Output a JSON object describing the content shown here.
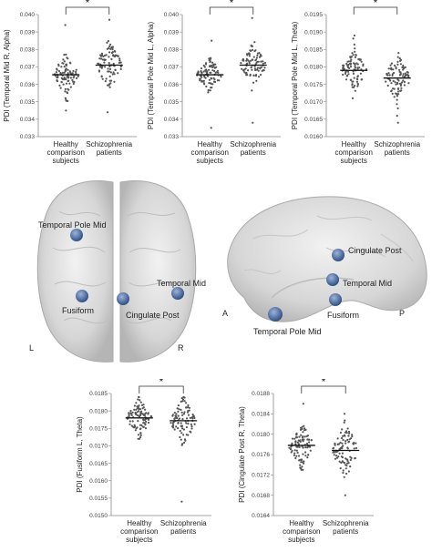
{
  "chart_data": [
    {
      "type": "scatter",
      "ylabel": "PDI (Temporal Mid R, Alpha)",
      "ylim": [
        0.033,
        0.04
      ],
      "yticks": [
        "0.033",
        "0.034",
        "0.035",
        "0.036",
        "0.037",
        "0.038",
        "0.039",
        "0.040"
      ],
      "categories": [
        "Healthy comparison subjects",
        "Schizophrenia patients"
      ],
      "category_lines": [
        [
          "Healthy",
          "comparison",
          "subjects"
        ],
        [
          "Schizophrenia",
          "patients"
        ]
      ],
      "means": [
        0.03655,
        0.0371
      ],
      "spread": [
        0.00055,
        0.0007
      ],
      "range": [
        [
          0.0345,
          0.0394
        ],
        [
          0.0344,
          0.0397
        ]
      ],
      "significance": "*"
    },
    {
      "type": "scatter",
      "ylabel": "PDI (Temporal Pole Mid L, Alpha)",
      "ylim": [
        0.033,
        0.04
      ],
      "yticks": [
        "0.033",
        "0.034",
        "0.035",
        "0.036",
        "0.037",
        "0.038",
        "0.039",
        "0.040"
      ],
      "categories": [
        "Healthy comparison subjects",
        "Schizophrenia patients"
      ],
      "category_lines": [
        [
          "Healthy",
          "comparison",
          "subjects"
        ],
        [
          "Schizophrenia",
          "patients"
        ]
      ],
      "means": [
        0.03655,
        0.0371
      ],
      "spread": [
        0.00045,
        0.00055
      ],
      "range": [
        [
          0.0335,
          0.0385
        ],
        [
          0.0338,
          0.0398
        ]
      ],
      "significance": "*"
    },
    {
      "type": "scatter",
      "ylabel": "PDI (Temporal Pole Mid L, Theta)",
      "ylim": [
        0.016,
        0.0195
      ],
      "yticks": [
        "0.0160",
        "0.0165",
        "0.0170",
        "0.0175",
        "0.0180",
        "0.0185",
        "0.0190",
        "0.0195"
      ],
      "categories": [
        "Healthy comparison subjects",
        "Schizophrenia patients"
      ],
      "category_lines": [
        [
          "Healthy",
          "comparison",
          "subjects"
        ],
        [
          "Schizophrenia",
          "patients"
        ]
      ],
      "means": [
        0.0179,
        0.01768
      ],
      "spread": [
        0.00028,
        0.00032
      ],
      "range": [
        [
          0.0171,
          0.0189
        ],
        [
          0.0164,
          0.0184
        ]
      ],
      "significance": "*"
    },
    {
      "type": "scatter",
      "ylabel": "PDI (Fusiform L, Theta)",
      "ylim": [
        0.015,
        0.0185
      ],
      "yticks": [
        "0.0150",
        "0.0155",
        "0.0160",
        "0.0165",
        "0.0170",
        "0.0175",
        "0.0180",
        "0.0185"
      ],
      "categories": [
        "Healthy comparison subjects",
        "Schizophrenia patients"
      ],
      "category_lines": [
        [
          "Healthy",
          "comparison",
          "subjects"
        ],
        [
          "Schizophrenia",
          "patients"
        ]
      ],
      "means": [
        0.0178,
        0.01772
      ],
      "spread": [
        0.00025,
        0.0003
      ],
      "range": [
        [
          0.0172,
          0.0184
        ],
        [
          0.0154,
          0.0184
        ]
      ],
      "significance": "*"
    },
    {
      "type": "scatter",
      "ylabel": "PDI (Cingulate Post R, Theta)",
      "ylim": [
        0.0164,
        0.0188
      ],
      "yticks": [
        "0.0164",
        "0.0168",
        "0.0172",
        "0.0176",
        "0.0180",
        "0.0184",
        "0.0188"
      ],
      "categories": [
        "Healthy comparison subjects",
        "Schizophrenia patients"
      ],
      "category_lines": [
        [
          "Healthy",
          "comparison",
          "subjects"
        ],
        [
          "Schizophrenia",
          "patients"
        ]
      ],
      "means": [
        0.01778,
        0.01768
      ],
      "spread": [
        0.0002,
        0.00025
      ],
      "range": [
        [
          0.0173,
          0.0186
        ],
        [
          0.0168,
          0.0184
        ]
      ],
      "significance": "*"
    }
  ],
  "brain": {
    "top_view": {
      "labels": [
        "Temporal Pole Mid",
        "Temporal Mid",
        "Fusiform",
        "Cingulate Post"
      ],
      "orientation": [
        "L",
        "R"
      ]
    },
    "side_view": {
      "labels": [
        "Cingulate Post",
        "Temporal Mid",
        "Fusiform",
        "Temporal Pole Mid"
      ],
      "orientation": [
        "A",
        "P"
      ]
    },
    "node_color": "#5b7fb5"
  }
}
